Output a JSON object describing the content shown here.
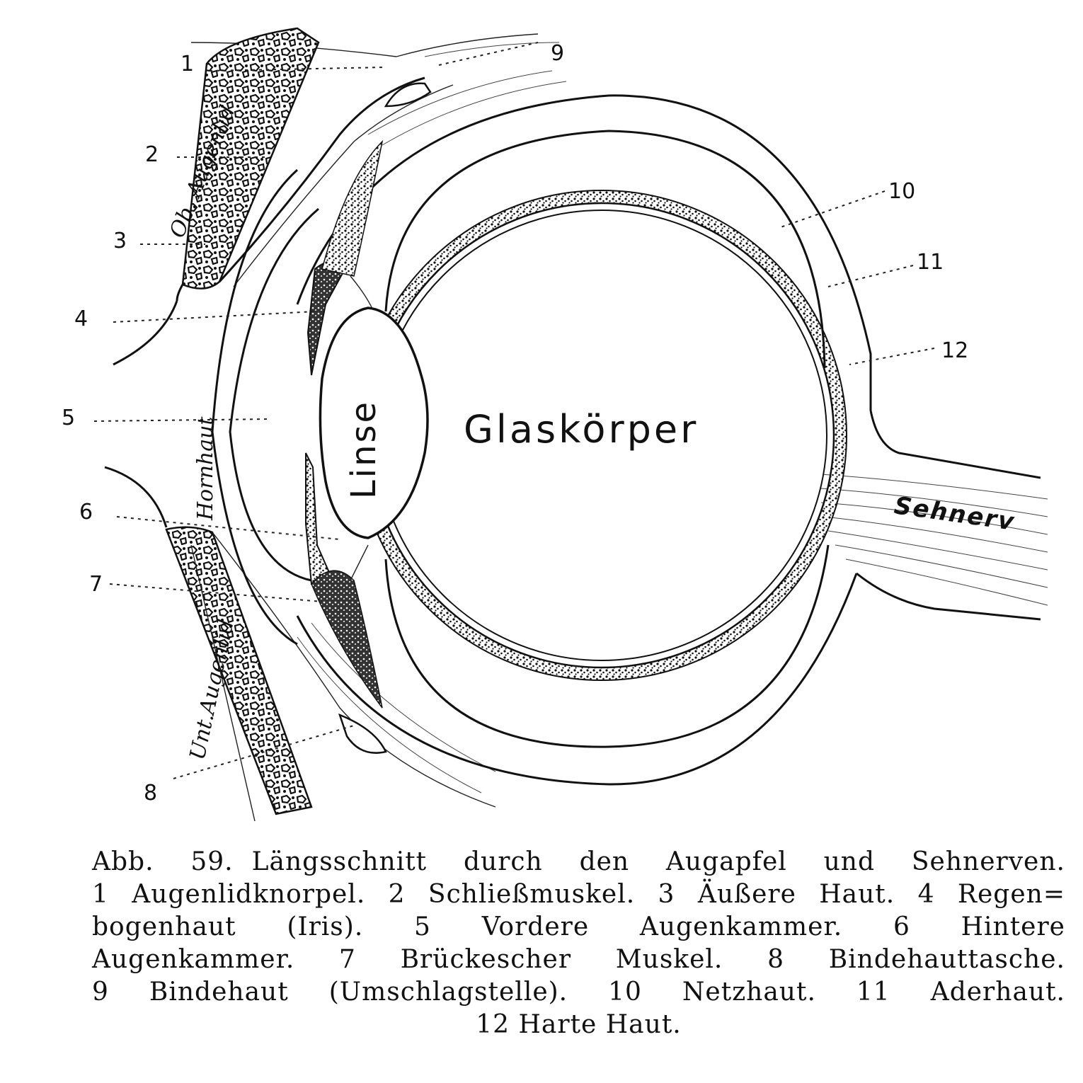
{
  "labels": {
    "glaskoerper": "Glaskörper",
    "linse": "Linse",
    "hornhaut": "Hornhaut",
    "oberes_lid": "Ob. Augenlid",
    "unteres_lid": "Unt.Augenlid",
    "sehnerv": "Sehnerv"
  },
  "numbers": [
    "1",
    "2",
    "3",
    "4",
    "5",
    "6",
    "7",
    "8",
    "9",
    "10",
    "11",
    "12"
  ],
  "caption": {
    "figure_no": "Abb. 59.",
    "title": "Längsschnitt durch den Augapfel und Sehnerven.",
    "lines": [
      "1 Augenlidknorpel. 2 Schließmuskel. 3 Äußere Haut. 4 Regen=",
      "bogenhaut (Iris). 5 Vordere Augenkammer. 6 Hintere",
      "Augenkammer. 7 Brückescher Muskel. 8 Bindehauttasche.",
      "9 Bindehaut (Umschlagstelle). 10 Netzhaut. 11 Aderhaut.",
      "12 Harte Haut."
    ]
  }
}
